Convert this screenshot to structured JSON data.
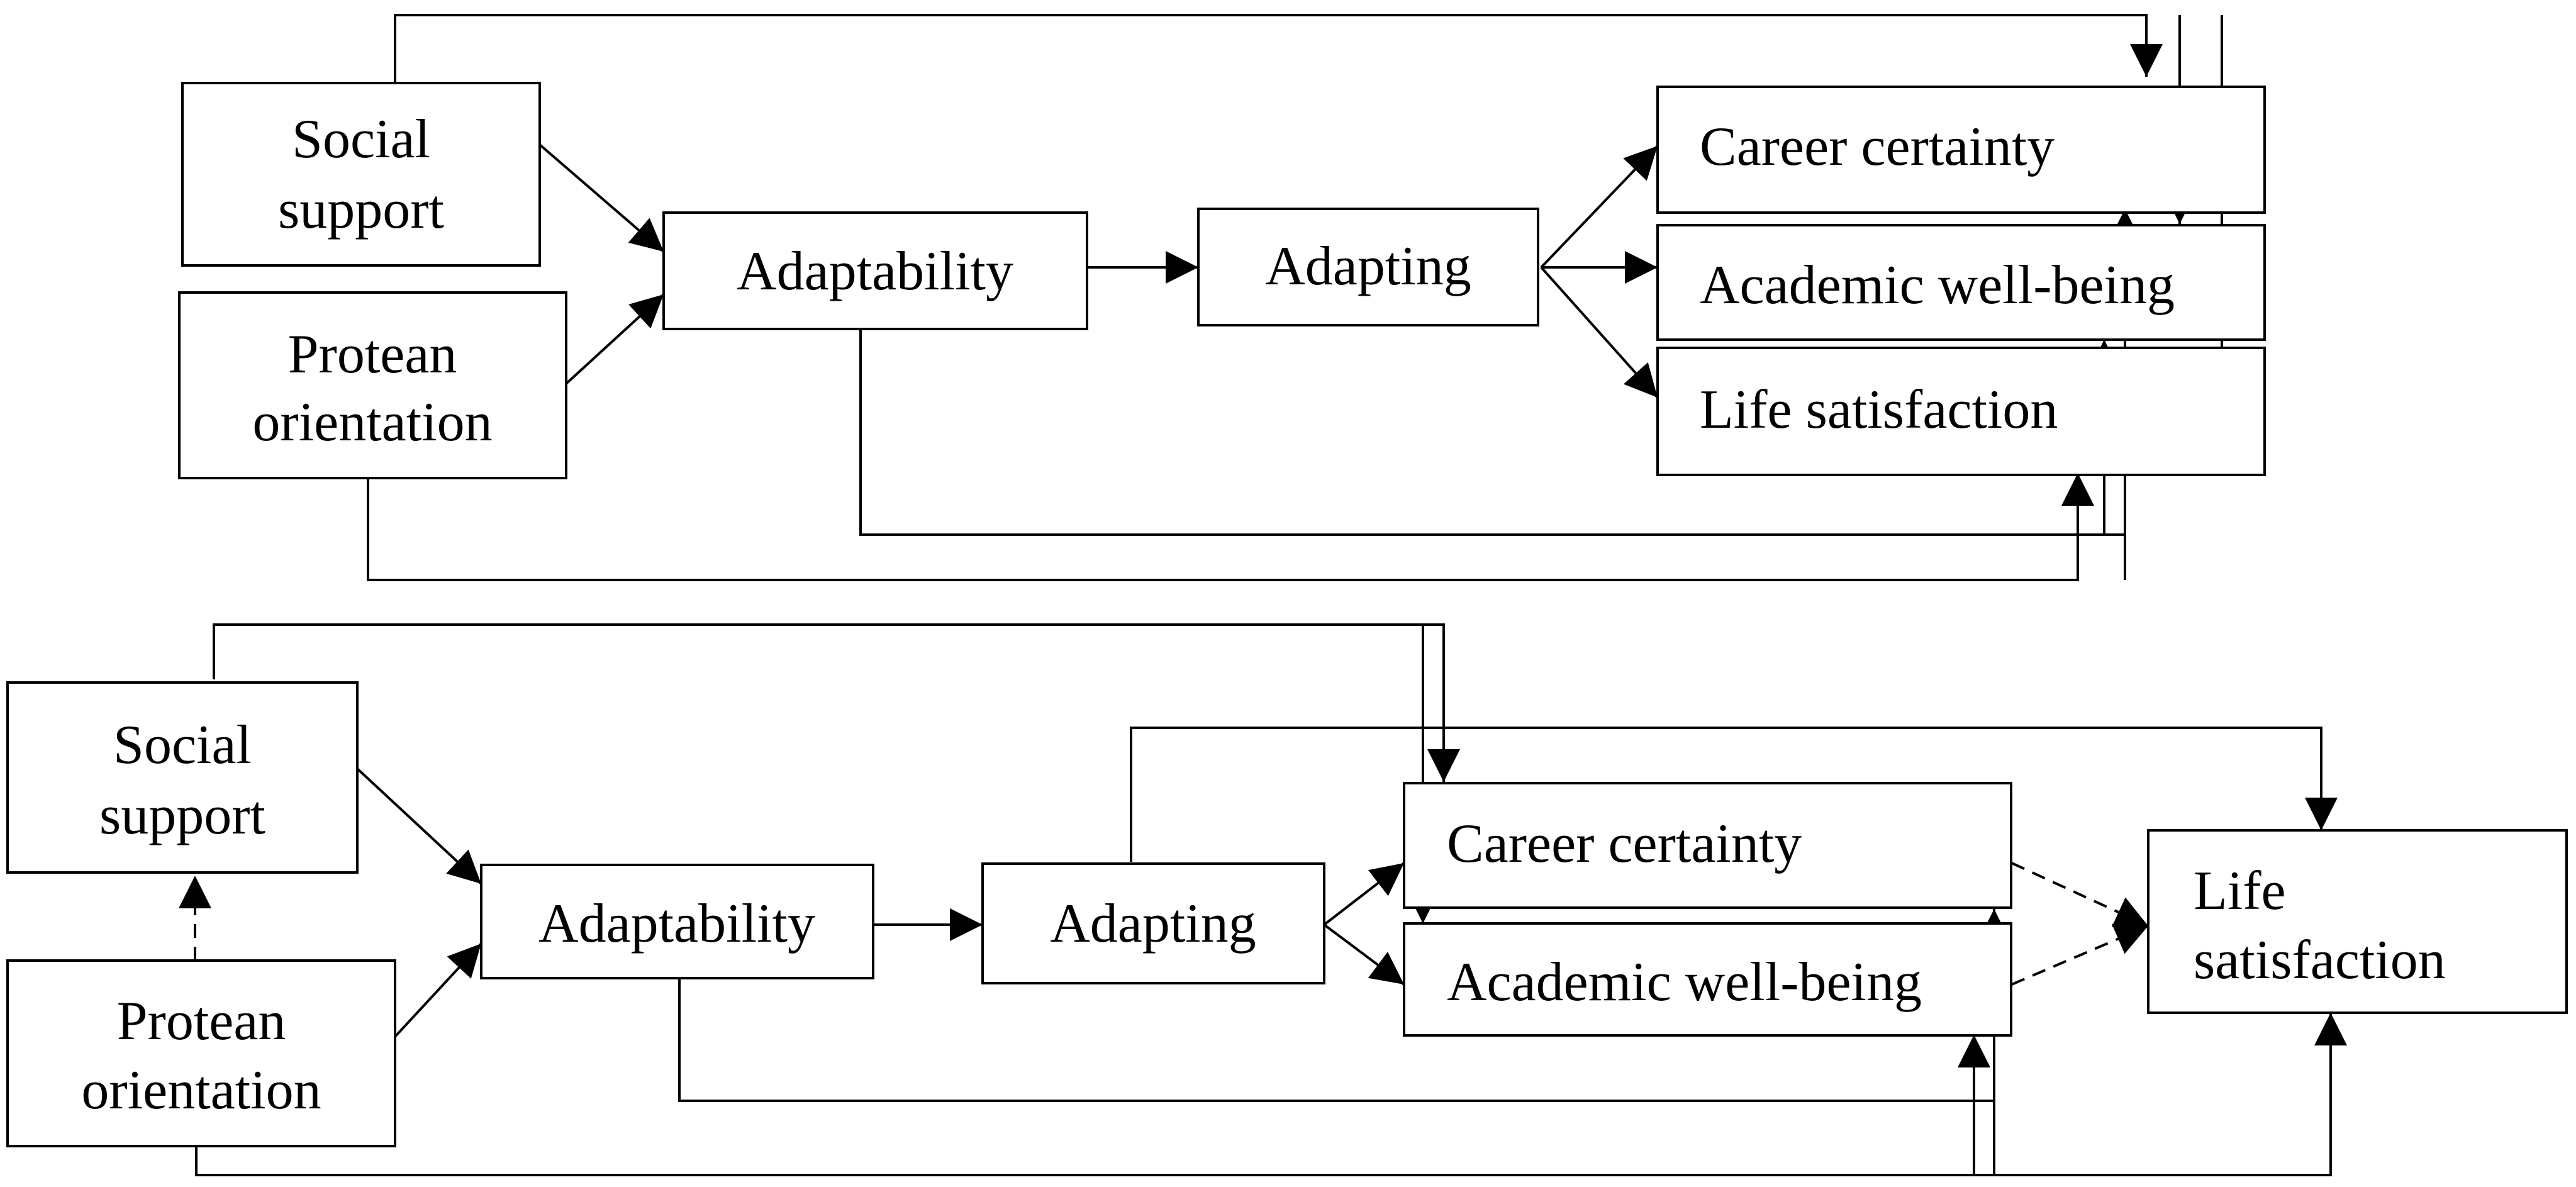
{
  "diagram": {
    "model_a": {
      "social_support": [
        "Social",
        "support"
      ],
      "protean_orientation": [
        "Protean",
        "orientation"
      ],
      "adaptability": "Adaptability",
      "adapting": "Adapting",
      "career_certainty": "Career certainty",
      "academic_wellbeing": "Academic well-being",
      "life_satisfaction": "Life satisfaction"
    },
    "model_b": {
      "social_support": [
        "Social",
        "support"
      ],
      "protean_orientation": [
        "Protean",
        "orientation"
      ],
      "adaptability": "Adaptability",
      "adapting": "Adapting",
      "career_certainty": "Career certainty",
      "academic_wellbeing": "Academic well-being",
      "life_satisfaction": [
        "Life",
        "satisfaction"
      ]
    },
    "colors": {
      "stroke": "#000000",
      "background": "#ffffff"
    }
  }
}
